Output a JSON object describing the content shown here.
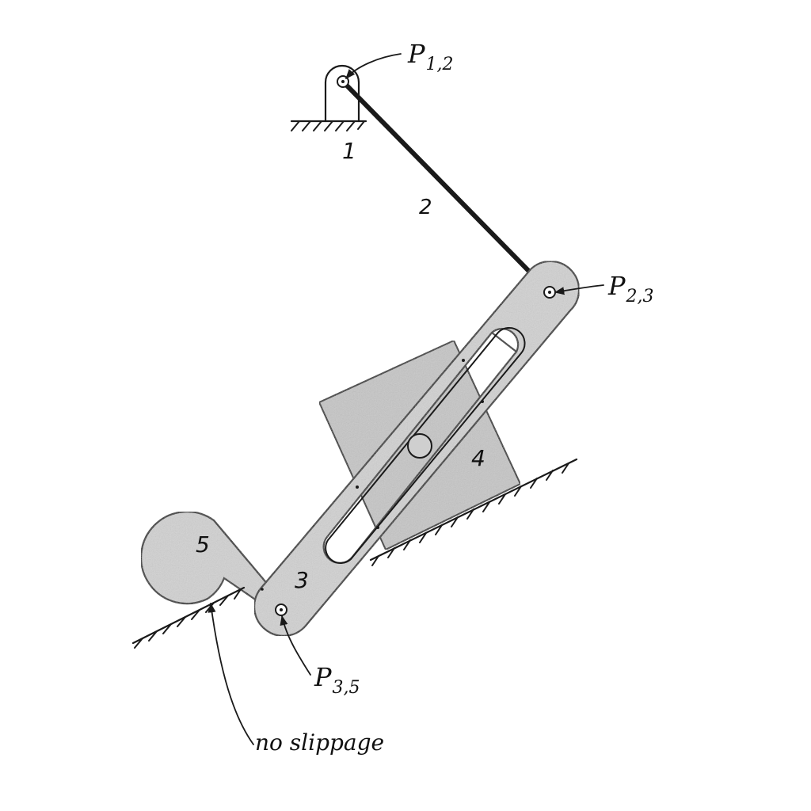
{
  "labels": {
    "p12": {
      "main": "P",
      "sub": "1,2"
    },
    "p23": {
      "main": "P",
      "sub": "2,3"
    },
    "p35": {
      "main": "P",
      "sub": "3,5"
    },
    "link1": "1",
    "link2": "2",
    "link3": "3",
    "link4": "4",
    "link5": "5",
    "no_slippage": "no slippage"
  },
  "colors": {
    "ink": "#1a1a1a",
    "stipple": "#d2d2d2",
    "block": "#c6c6c6",
    "background": "#ffffff"
  }
}
